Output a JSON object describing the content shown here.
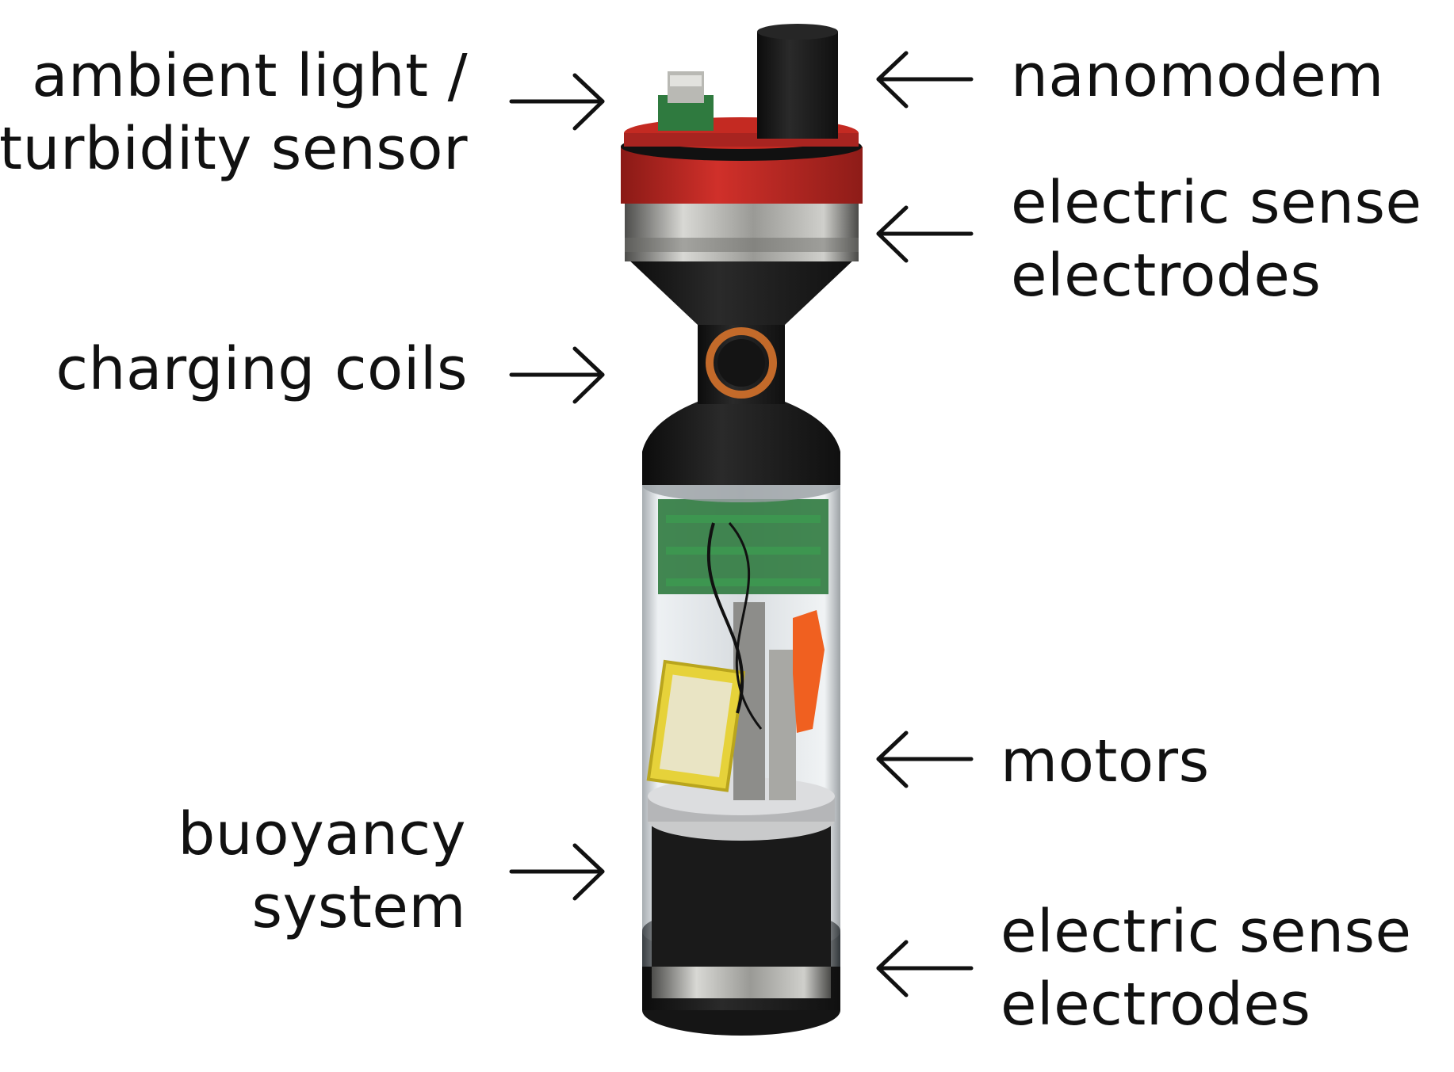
{
  "labels_left": [
    {
      "id": "ambient-light-turbidity-sensor",
      "lines": [
        "ambient light /",
        "turbidity sensor"
      ]
    },
    {
      "id": "charging-coils",
      "lines": [
        "charging coils"
      ]
    },
    {
      "id": "buoyancy-system",
      "lines": [
        "buoyancy",
        "system"
      ]
    }
  ],
  "labels_right": [
    {
      "id": "nanomodem",
      "lines": [
        "nanomodem"
      ]
    },
    {
      "id": "electric-sense-electrodes-top",
      "lines": [
        "electric sense",
        "electrodes"
      ]
    },
    {
      "id": "motors",
      "lines": [
        "motors"
      ]
    },
    {
      "id": "electric-sense-electrodes-bottom",
      "lines": [
        "electric sense",
        "electrodes"
      ]
    }
  ],
  "colors": {
    "text": "#111111",
    "arrow": "#111111",
    "red_collar": "#c42a22",
    "black_body": "#1c1c1c",
    "metal": "#a9a9a6",
    "copper": "#c36a2a",
    "pcb_green": "#2f7a3f",
    "battery_yellow": "#e6d23a",
    "orange_part": "#f06020"
  }
}
